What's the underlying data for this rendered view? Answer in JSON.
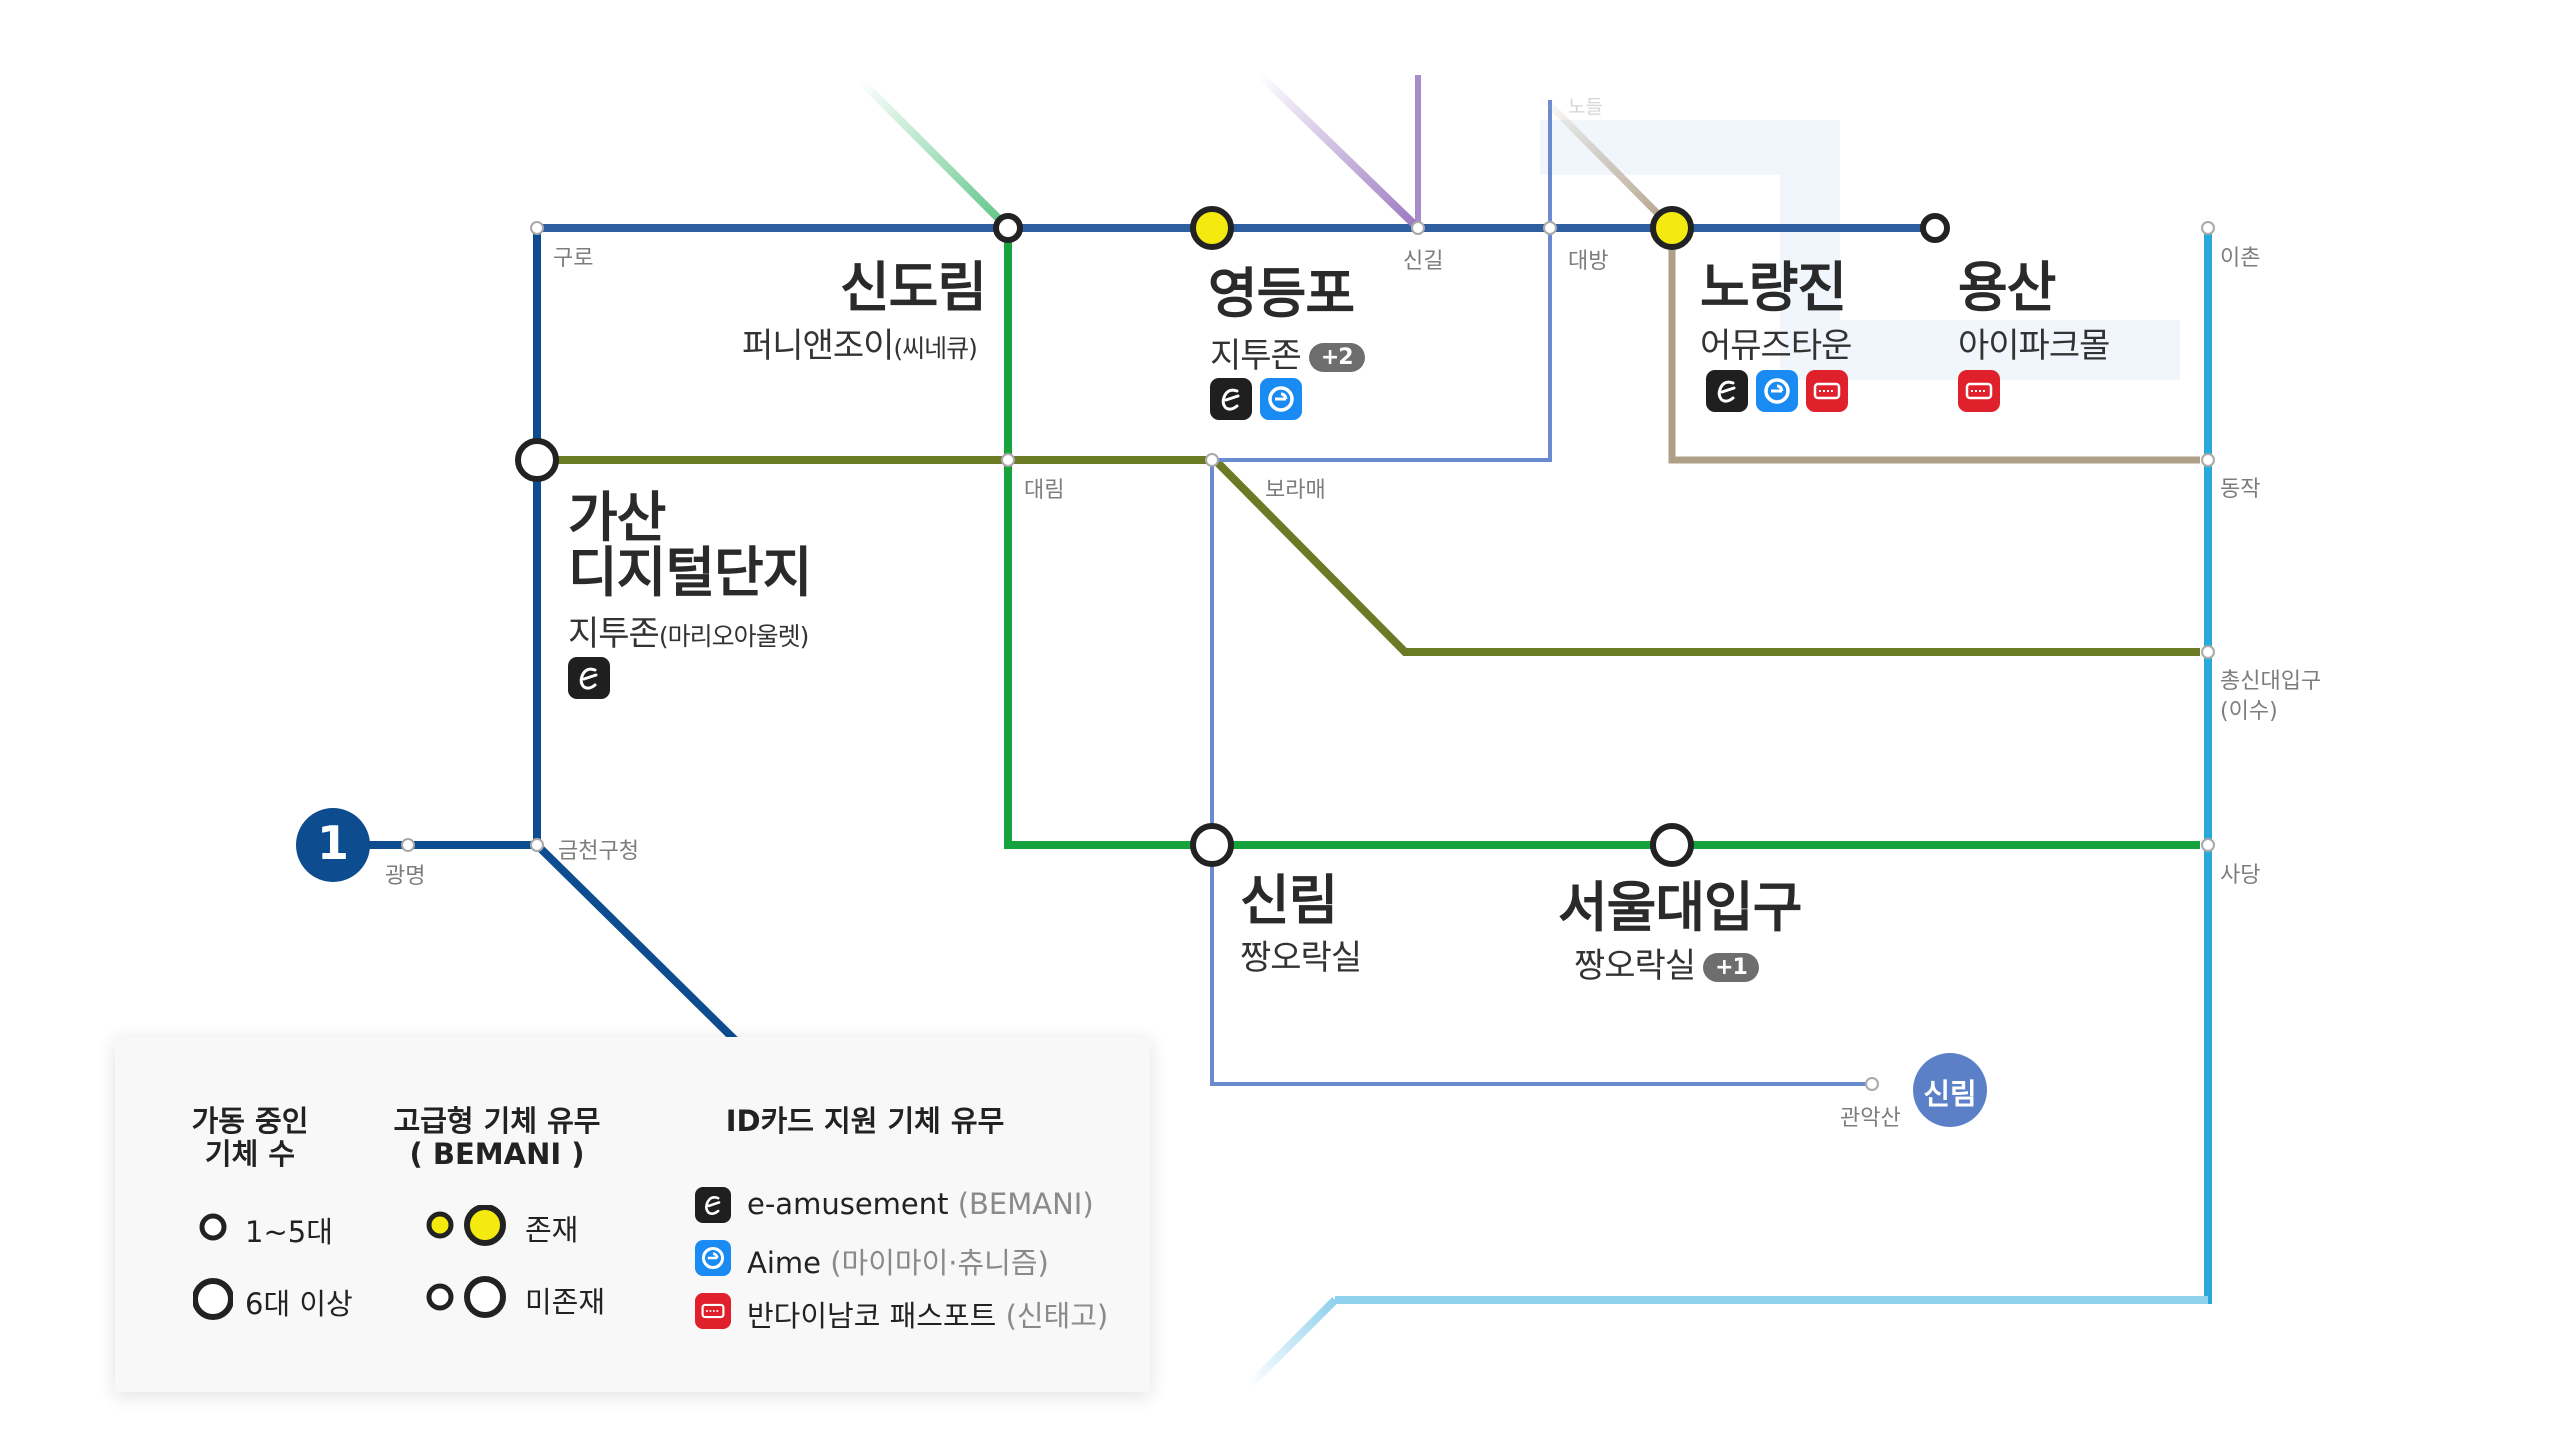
{
  "stations": {
    "sindorim": {
      "name": "신도림",
      "arcade": "퍼니앤조이",
      "arcade_note": "(씨네큐)"
    },
    "yeongdeungpo": {
      "name": "영등포",
      "arcade": "지투존",
      "extra": "+2"
    },
    "noryangjin": {
      "name": "노량진",
      "arcade": "어뮤즈타운"
    },
    "yongsan": {
      "name": "용산",
      "arcade": "아이파크몰"
    },
    "gasan": {
      "name_line1": "가산",
      "name_line2": "디지털단지",
      "arcade": "지투존",
      "arcade_note": "(마리오아울렛)"
    },
    "sillim": {
      "name": "신림",
      "arcade": "짱오락실"
    },
    "snu": {
      "name": "서울대입구",
      "arcade": "짱오락실",
      "extra": "+1"
    }
  },
  "minor_stations": {
    "guro": "구로",
    "singil": "신길",
    "daebang": "대방",
    "ichon": "이촌",
    "daerim": "대림",
    "boramae": "보라매",
    "dongjak": "동작",
    "chongsin": "총신대입구",
    "chongsin_sub": "(이수)",
    "geumcheon": "금천구청",
    "gwangmyeong": "광명",
    "sadang": "사당",
    "gwanaksan": "관악산",
    "top_faint": "노들"
  },
  "line_badges": {
    "line1": "1",
    "sillim_line": "신림"
  },
  "legend": {
    "col1_title_line1": "가동 중인",
    "col1_title_line2": "기체 수",
    "count_small": "1~5대",
    "count_large": "6대 이상",
    "col2_title_line1": "고급형 기체 유무",
    "col2_title_line2": "( BEMANI )",
    "exists": "존재",
    "not_exists": "미존재",
    "col3_title": "ID카드 지원 기체 유무",
    "eamusement_name": "e-amusement",
    "eamusement_note": "(BEMANI)",
    "aime_name": "Aime",
    "aime_note": "(마이마이·츄니즘)",
    "bandai_name": "반다이남코 패스포트",
    "bandai_note": "(신태고)"
  },
  "colors": {
    "line1": "#0d4c8f",
    "line2": "#16a23c",
    "line7": "#6b7a24",
    "line4": "#2aa8d8",
    "sillim_line": "#6a8ccf",
    "line9": "#b09f88",
    "eamusement": "#1f1f1f",
    "aime": "#1a8bf2",
    "bandai": "#e0202a",
    "bemani_yellow": "#f5ea0f"
  }
}
